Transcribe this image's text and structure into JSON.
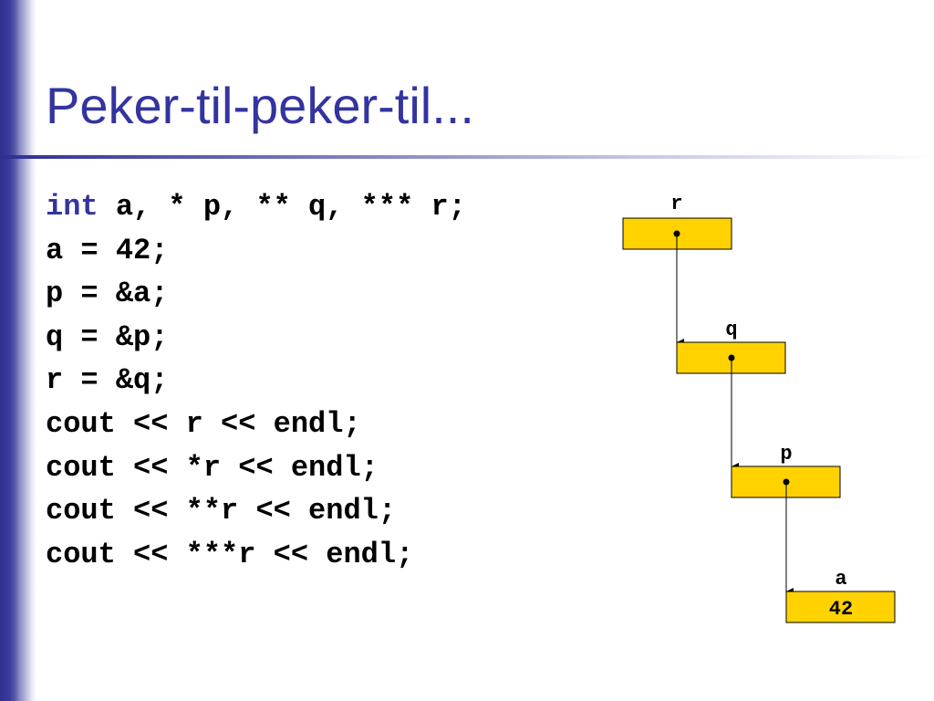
{
  "slide": {
    "title": "Peker-til-peker-til...",
    "accent_color": "#3334a0"
  },
  "code": {
    "line1_keyword": "int",
    "line1_rest": " a, * p, ** q, *** r;",
    "lines": [
      "a = 42;",
      "p = &a;",
      "q = &p;",
      "r = &q;",
      "cout << r << endl;",
      "cout << *r << endl;",
      "cout << **r << endl;",
      "cout << ***r << endl;"
    ]
  },
  "diagram": {
    "box_color": "#ffd200",
    "variables": [
      {
        "name": "r",
        "value": ""
      },
      {
        "name": "q",
        "value": ""
      },
      {
        "name": "p",
        "value": ""
      },
      {
        "name": "a",
        "value": "42"
      }
    ]
  }
}
